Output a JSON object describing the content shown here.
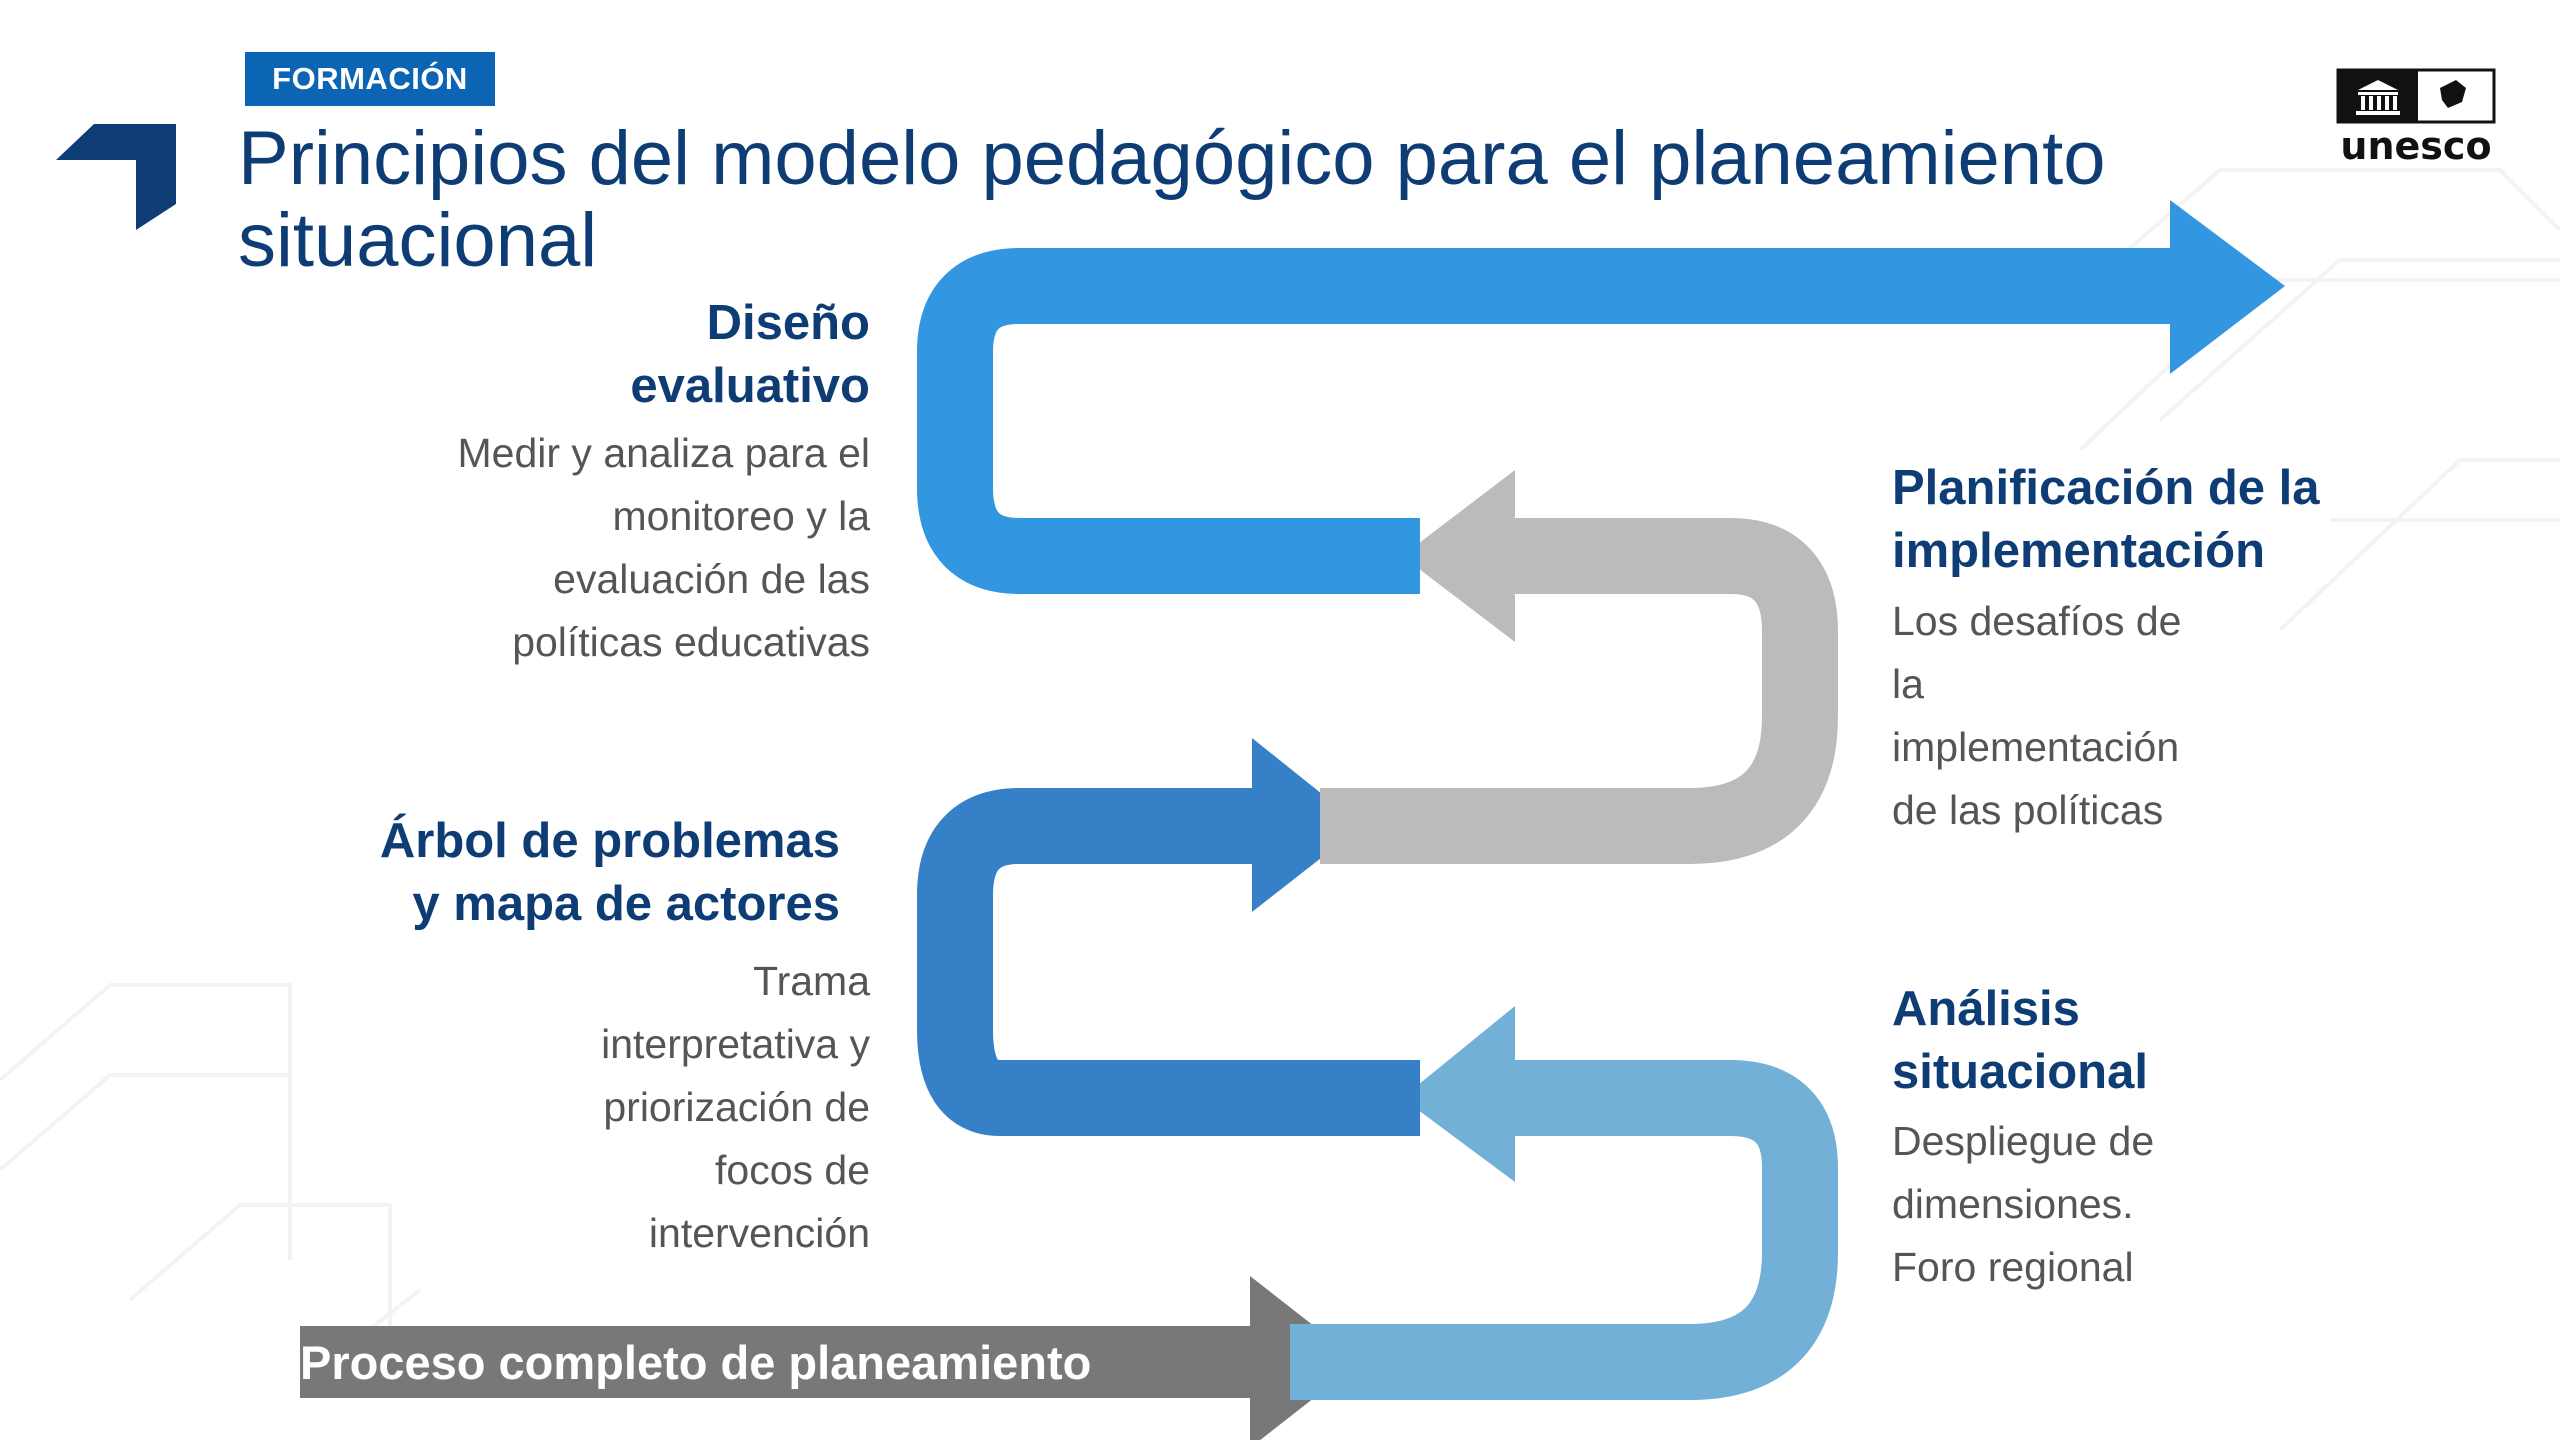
{
  "tag": "FORMACIÓN",
  "title": "Principios del modelo pedagógico para el planeamiento situacional",
  "logo": {
    "text": "unesco",
    "icon": "unesco-temple-icon"
  },
  "colors": {
    "title": "#0e3d75",
    "tag_bg": "#0c64b4",
    "top_arrow": "#3296e0",
    "gray_arrow": "#bbbbbb",
    "mid_arrow": "#3680c8",
    "light_arrow": "#72b0d8",
    "base_arrow": "#787878"
  },
  "steps": [
    {
      "heading": [
        "Diseño",
        "evaluativo"
      ],
      "description": [
        "Medir y analiza para el",
        "monitoreo y la",
        "evaluación de las",
        "políticas educativas"
      ]
    },
    {
      "heading": [
        "Planificación de la",
        "implementación"
      ],
      "description": [
        "Los desafíos de",
        "la",
        "implementación",
        "de las políticas"
      ]
    },
    {
      "heading": [
        "Árbol de problemas",
        "y mapa de actores"
      ],
      "description": [
        "Trama",
        "interpretativa y",
        "priorización de",
        "focos de",
        "intervención"
      ]
    },
    {
      "heading": [
        "Análisis",
        "situacional"
      ],
      "description": [
        "Despliegue de",
        "dimensiones.",
        "Foro regional"
      ]
    }
  ],
  "base_label": "Proceso completo de planeamiento"
}
